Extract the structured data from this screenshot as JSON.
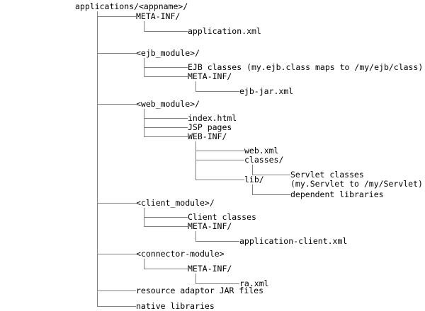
{
  "diagram": {
    "type": "directory-tree",
    "title": "applications/<appname>/ deployment directory structure",
    "line_color": "#808080",
    "text_color": "#000000",
    "background": "#ffffff",
    "root": {
      "label": "applications/<appname>/"
    },
    "nodes": [
      {
        "id": "n1",
        "label": "META-INF/",
        "level": 1
      },
      {
        "id": "n2",
        "label": "application.xml",
        "level": 2
      },
      {
        "id": "n3",
        "label": "<ejb_module>/",
        "level": 1
      },
      {
        "id": "n4",
        "label": "EJB classes (my.ejb.class maps to /my/ejb/class)",
        "level": 2
      },
      {
        "id": "n5",
        "label": "META-INF/",
        "level": 2
      },
      {
        "id": "n6",
        "label": "ejb-jar.xml",
        "level": 3
      },
      {
        "id": "n7",
        "label": "<web_module>/",
        "level": 1
      },
      {
        "id": "n8",
        "label": "index.html",
        "level": 2
      },
      {
        "id": "n9",
        "label": "JSP pages",
        "level": 2
      },
      {
        "id": "n10",
        "label": "WEB-INF/",
        "level": 2
      },
      {
        "id": "n11",
        "label": "web.xml",
        "level": 3
      },
      {
        "id": "n12",
        "label": "classes/",
        "level": 3
      },
      {
        "id": "n13",
        "label": "Servlet classes",
        "level": 4
      },
      {
        "id": "n14",
        "label": "(my.Servlet to /my/Servlet)",
        "level": 4
      },
      {
        "id": "n15",
        "label": "lib/",
        "level": 3
      },
      {
        "id": "n16",
        "label": "dependent libraries",
        "level": 4
      },
      {
        "id": "n17",
        "label": "<client_module>/",
        "level": 1
      },
      {
        "id": "n18",
        "label": "Client classes",
        "level": 2
      },
      {
        "id": "n19",
        "label": "META-INF/",
        "level": 2
      },
      {
        "id": "n20",
        "label": "application-client.xml",
        "level": 3
      },
      {
        "id": "n21",
        "label": "<connector-module>",
        "level": 1
      },
      {
        "id": "n22",
        "label": "META-INF/",
        "level": 2
      },
      {
        "id": "n23",
        "label": "ra.xml",
        "level": 3
      },
      {
        "id": "n24",
        "label": "resource adaptor JAR files",
        "level": 1
      },
      {
        "id": "n25",
        "label": "native libraries",
        "level": 1
      }
    ]
  }
}
